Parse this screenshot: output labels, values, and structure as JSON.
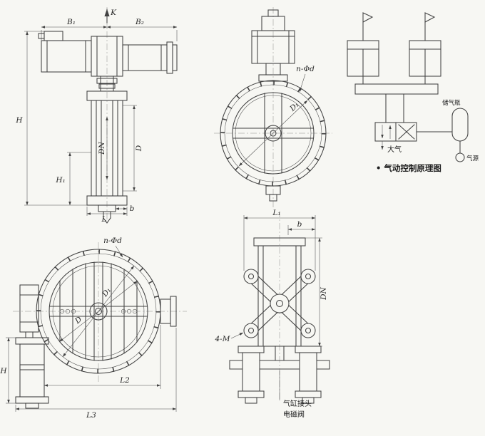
{
  "drawing": {
    "background": "#f7f7f3",
    "line_color": "#414141",
    "description_labels_only": "pneumatic butterfly valve multi-view technical drawing"
  },
  "front_view": {
    "k": "K",
    "b1": "B₁",
    "b2": "B₂",
    "h": "H",
    "h1": "H₁",
    "dn": "DN",
    "d": "D",
    "l": "L",
    "b": "b"
  },
  "side_view": {
    "bolt_spec": "n-Φd",
    "d1": "D₁"
  },
  "schematic": {
    "title": "• 气动控制原理图",
    "air_tank": "储气瓶",
    "atmosphere": "大气",
    "air_source": "气源"
  },
  "plan_view": {
    "bolt_spec": "n-Φd",
    "d": "D",
    "d1": "D₁",
    "h": "H",
    "l2": "L2",
    "l3": "L3"
  },
  "linkage_view": {
    "l1": "L₁",
    "b": "b",
    "dn": "DN",
    "bolts": "4-M",
    "cylinder_joint": "气缸接头",
    "solenoid_valve": "电磁阀"
  }
}
